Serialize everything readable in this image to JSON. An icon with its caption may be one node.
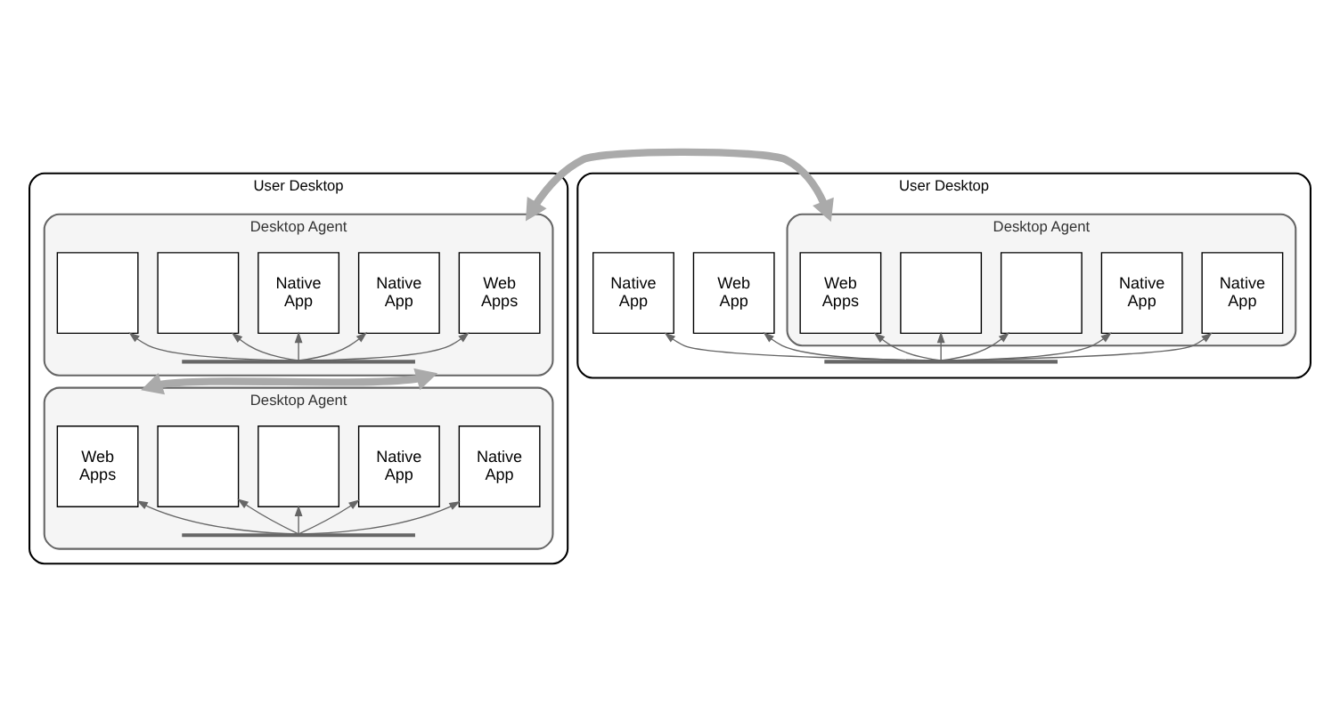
{
  "diagram": {
    "nodes": [
      {
        "text": [
          "User Desktop"
        ]
      },
      {
        "text": [
          "Desktop Agent"
        ],
        "in": 0
      },
      {
        "text": [
          "Web Apps"
        ],
        "in": 1
      },
      {
        "text": [],
        "shape": "box",
        "in": 1
      },
      {
        "text": [],
        "shape": "box",
        "in": 1
      },
      {
        "text": [
          "Native App"
        ],
        "in": 1
      },
      {
        "text": [
          "Native App"
        ],
        "in": 1
      },
      {
        "text": [],
        "shape": "bar",
        "in": 1
      },
      {
        "text": [
          "Desktop Agent"
        ],
        "in": 0
      },
      {
        "text": [
          "Web Apps"
        ],
        "in": 8
      },
      {
        "text": [],
        "shape": "box",
        "in": 8
      },
      {
        "text": [],
        "shape": "box",
        "in": 8
      },
      {
        "text": [
          "Native App"
        ],
        "in": 8
      },
      {
        "text": [
          "Native App"
        ],
        "in": 8
      },
      {
        "text": [],
        "shape": "bar",
        "in": 8
      },
      {
        "text": [
          "User Desktop"
        ]
      },
      {
        "text": [
          "Desktop Agent"
        ],
        "in": 15
      },
      {
        "text": [
          "Web Apps"
        ],
        "in": 16
      },
      {
        "text": [],
        "shape": "box",
        "in": 16
      },
      {
        "text": [],
        "shape": "box",
        "in": 16
      },
      {
        "text": [
          "Native App"
        ],
        "in": 16
      },
      {
        "text": [
          "Native App"
        ],
        "in": 16
      },
      {
        "text": [
          "Native App"
        ],
        "in": 15
      },
      {
        "text": [
          "Web App"
        ],
        "in": 15
      },
      {
        "text": [],
        "shape": "bar",
        "in": 15
      }
    ],
    "edges": [
      {
        "from": 7,
        "to": 2,
        "arrow": "to"
      },
      {
        "from": 7,
        "to": 3,
        "arrow": "to"
      },
      {
        "from": 7,
        "to": 4,
        "arrow": "to"
      },
      {
        "from": 7,
        "to": 5,
        "arrow": "to"
      },
      {
        "from": 7,
        "to": 6,
        "arrow": "to"
      },
      {
        "from": 14,
        "to": 9,
        "arrow": "to"
      },
      {
        "from": 14,
        "to": 10,
        "arrow": "to"
      },
      {
        "from": 14,
        "to": 11,
        "arrow": "to"
      },
      {
        "from": 14,
        "to": 12,
        "arrow": "to"
      },
      {
        "from": 14,
        "to": 13,
        "arrow": "to"
      },
      {
        "from": 24,
        "to": 17,
        "arrow": "to"
      },
      {
        "from": 24,
        "to": 18,
        "arrow": "to"
      },
      {
        "from": 24,
        "to": 19,
        "arrow": "to"
      },
      {
        "from": 24,
        "to": 20,
        "arrow": "to"
      },
      {
        "from": 24,
        "to": 21,
        "arrow": "to"
      },
      {
        "from": 24,
        "to": 22,
        "arrow": "to"
      },
      {
        "from": 24,
        "to": 23,
        "arrow": "to"
      },
      {
        "from": 1,
        "to": 8,
        "arrow": "both",
        "style": "thick"
      },
      {
        "from": 1,
        "to": 16,
        "arrow": "both",
        "style": "thick"
      }
    ]
  }
}
